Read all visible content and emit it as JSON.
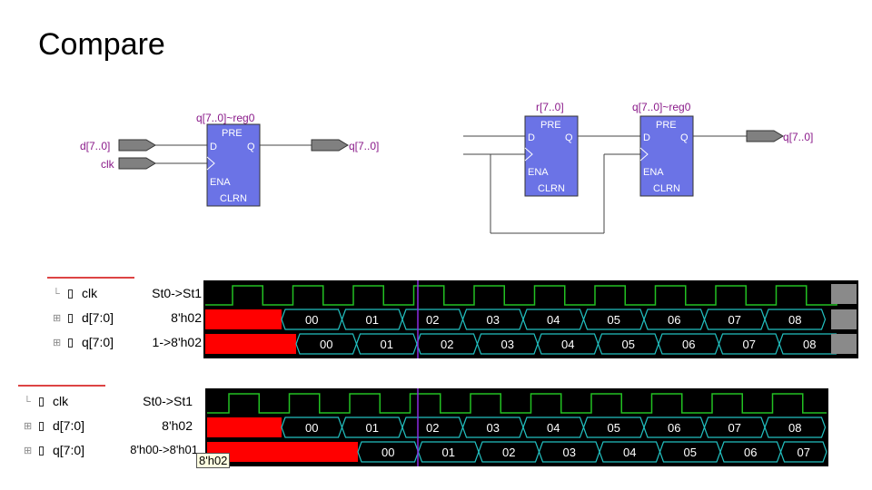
{
  "title": "Compare",
  "schematic_left": {
    "reg_label": "q[7..0]~reg0",
    "inputs": [
      "d[7..0]",
      "clk"
    ],
    "output": "q[7..0]",
    "ports": {
      "pre": "PRE",
      "d": "D",
      "q": "Q",
      "ena": "ENA",
      "clrn": "CLRN"
    }
  },
  "schematic_right": {
    "reg1_label": "r[7..0]",
    "reg2_label": "q[7..0]~reg0",
    "output": "q[7..0]",
    "ports": {
      "pre": "PRE",
      "d": "D",
      "q": "Q",
      "ena": "ENA",
      "clrn": "CLRN"
    }
  },
  "waveforms": [
    {
      "signals": [
        {
          "name": "clk",
          "value": "St0->St1",
          "expandable": false
        },
        {
          "name": "d[7:0]",
          "value": "8'h02",
          "expandable": true
        },
        {
          "name": "q[7:0]",
          "value": "1->8'h02",
          "expandable": true
        }
      ],
      "bus_d": [
        "00",
        "01",
        "02",
        "03",
        "04",
        "05",
        "06",
        "07",
        "08"
      ],
      "bus_q": [
        "00",
        "01",
        "02",
        "03",
        "04",
        "05",
        "06",
        "07",
        "08"
      ]
    },
    {
      "signals": [
        {
          "name": "clk",
          "value": "St0->St1",
          "expandable": false
        },
        {
          "name": "d[7:0]",
          "value": "8'h02",
          "expandable": true
        },
        {
          "name": "q[7:0]",
          "value": "8'h00->8'h01",
          "expandable": true
        }
      ],
      "bus_d": [
        "00",
        "01",
        "02",
        "03",
        "04",
        "05",
        "06",
        "07",
        "08"
      ],
      "bus_q": [
        "00",
        "01",
        "02",
        "03",
        "04",
        "05",
        "06",
        "07"
      ],
      "tooltip": "8'h02"
    }
  ],
  "colors": {
    "schematic_text": "#8a1a8a",
    "reg_fill": "#6b73e6",
    "reg_text": "#ffffff",
    "wave_bg": "#000000",
    "clk_line": "#22c022",
    "bus_line": "#22c0c0",
    "bus_text": "#ffffff",
    "undefined_fill": "#ff0000",
    "cursor": "#8a2be2"
  }
}
